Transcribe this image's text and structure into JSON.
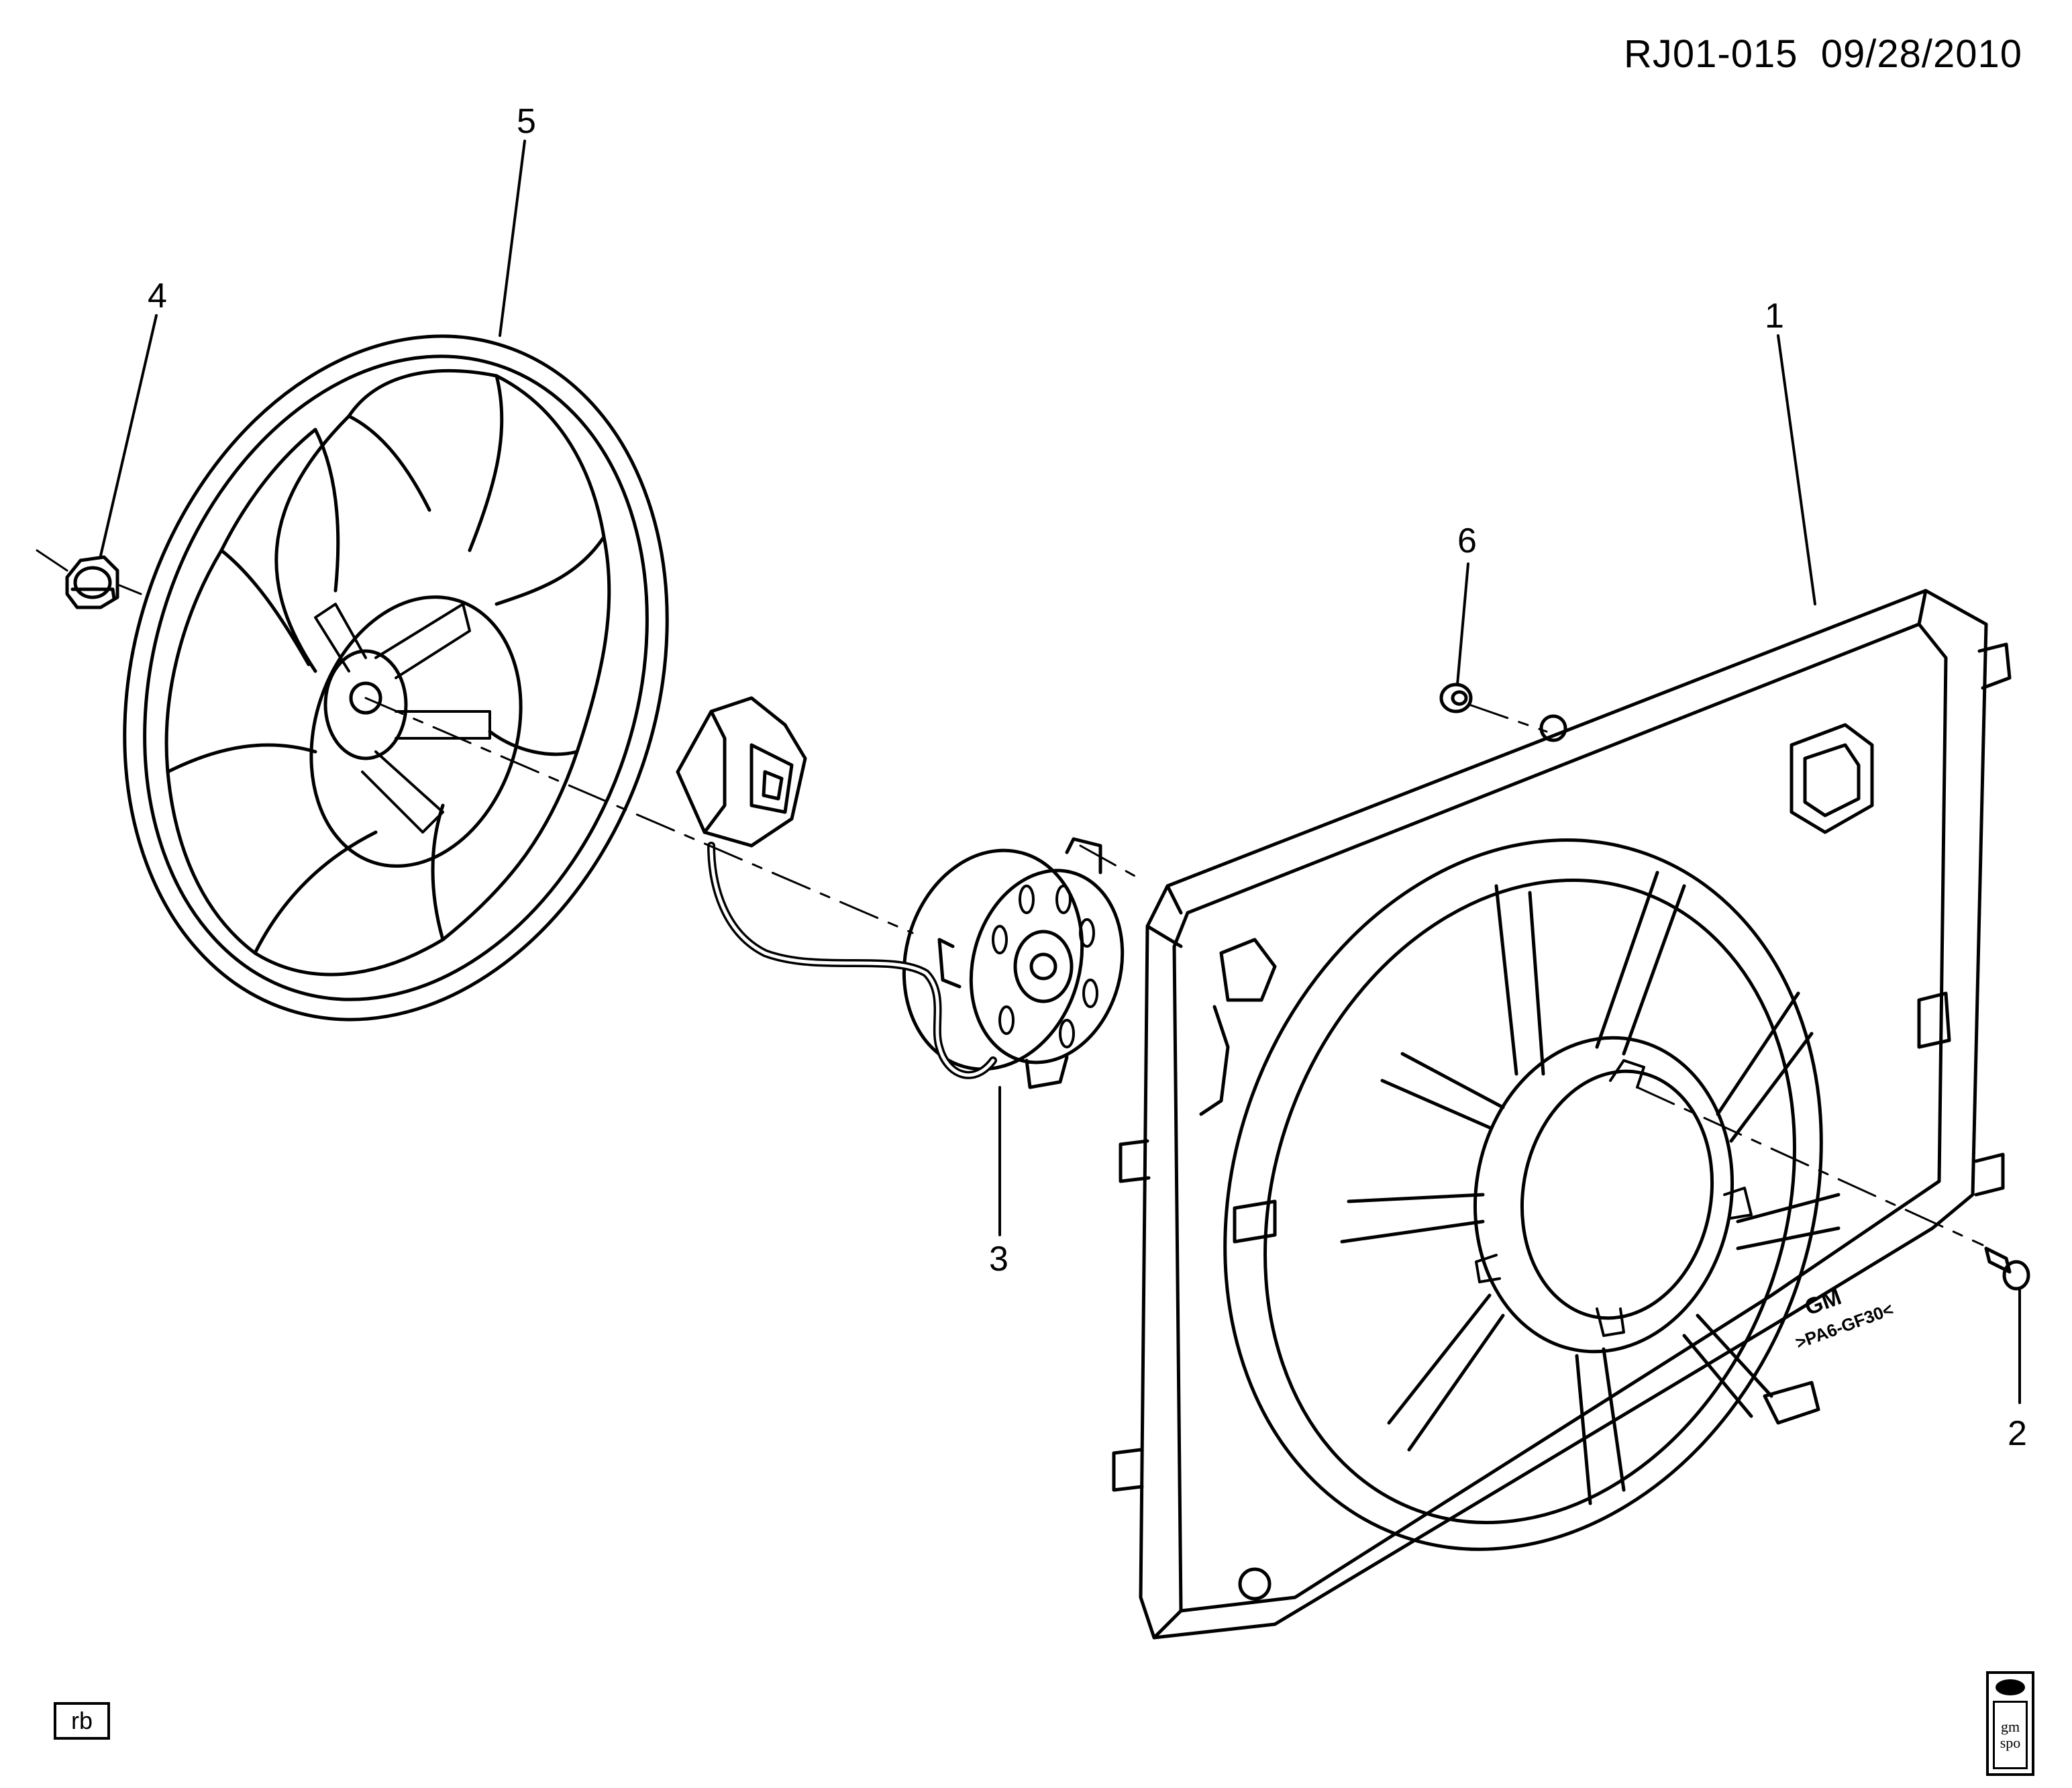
{
  "header": {
    "ref_code": "RJ01-015",
    "date": "09/28/2010"
  },
  "callouts": [
    {
      "id": "1",
      "label": "1"
    },
    {
      "id": "2",
      "label": "2"
    },
    {
      "id": "3",
      "label": "3"
    },
    {
      "id": "4",
      "label": "4"
    },
    {
      "id": "5",
      "label": "5"
    },
    {
      "id": "6",
      "label": "6"
    }
  ],
  "tags": {
    "author": "rb",
    "logo_line1": "gm",
    "logo_line2": "spo"
  },
  "shroud_marking": {
    "brand": "GM",
    "material": ">PA6-GF30<"
  },
  "colors": {
    "ink": "#000000",
    "paper": "#ffffff"
  }
}
